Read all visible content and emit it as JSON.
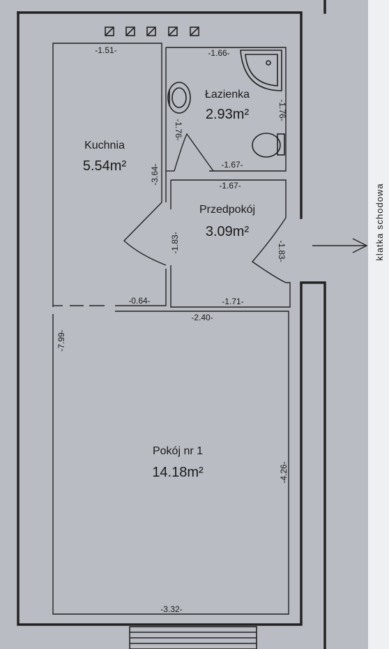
{
  "rooms": {
    "kuchnia": {
      "name": "Kuchnia",
      "area": "5.54m²"
    },
    "lazienka": {
      "name": "Łazienka",
      "area": "2.93m²"
    },
    "przedpokoj": {
      "name": "Przedpokój",
      "area": "3.09m²"
    },
    "pokoj": {
      "name": "Pokój nr 1",
      "area": "14.18m²"
    }
  },
  "dimensions": {
    "kitchen_top": "-1.51-",
    "bath_top": "-1.66-",
    "bath_right": "-1.76-",
    "bath_left": "-1.76-",
    "bath_bottom": "-1.67-",
    "hall_top": "-1.67-",
    "kitchen_right": "-3.64-",
    "hall_left": "-1.83-",
    "hall_right": "-1.83-",
    "kitchen_bottom": "-0.64-",
    "hall_bottom": "-1.71-",
    "room_top": "-2.40-",
    "outer_left": "-7.99-",
    "room_right": "-4.26-",
    "room_bottom": "-3.32-"
  },
  "stairwell": {
    "label": "klatka schodowa"
  }
}
